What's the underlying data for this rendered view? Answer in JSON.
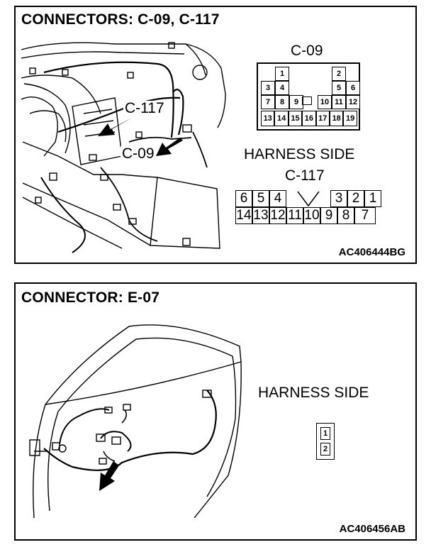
{
  "panel_top": {
    "title": "CONNECTORS: C-09, C-117",
    "callout_c117": "C-117",
    "callout_c09": "C-09",
    "code": "AC406444BG",
    "c09": {
      "label": "C-09",
      "rows": [
        [
          "",
          "1",
          "",
          "",
          "2",
          ""
        ],
        [
          "3",
          "4",
          "",
          "",
          "5",
          "6"
        ],
        [
          "7",
          "8",
          "9",
          "10",
          "11",
          "12"
        ],
        [
          "13",
          "14",
          "15",
          "16",
          "17",
          "18",
          "19"
        ]
      ]
    },
    "harness_side": "HARNESS SIDE",
    "c117": {
      "label": "C-117",
      "top_row": [
        "6",
        "5",
        "4",
        "",
        "3",
        "2",
        "1"
      ],
      "bottom_row": [
        "14",
        "13",
        "12",
        "11",
        "10",
        "9",
        "8",
        "7"
      ]
    }
  },
  "panel_bottom": {
    "title": "CONNECTOR: E-07",
    "harness_side": "HARNESS SIDE",
    "code": "AC406456AB",
    "e07": {
      "pins": [
        "1",
        "2"
      ]
    }
  }
}
